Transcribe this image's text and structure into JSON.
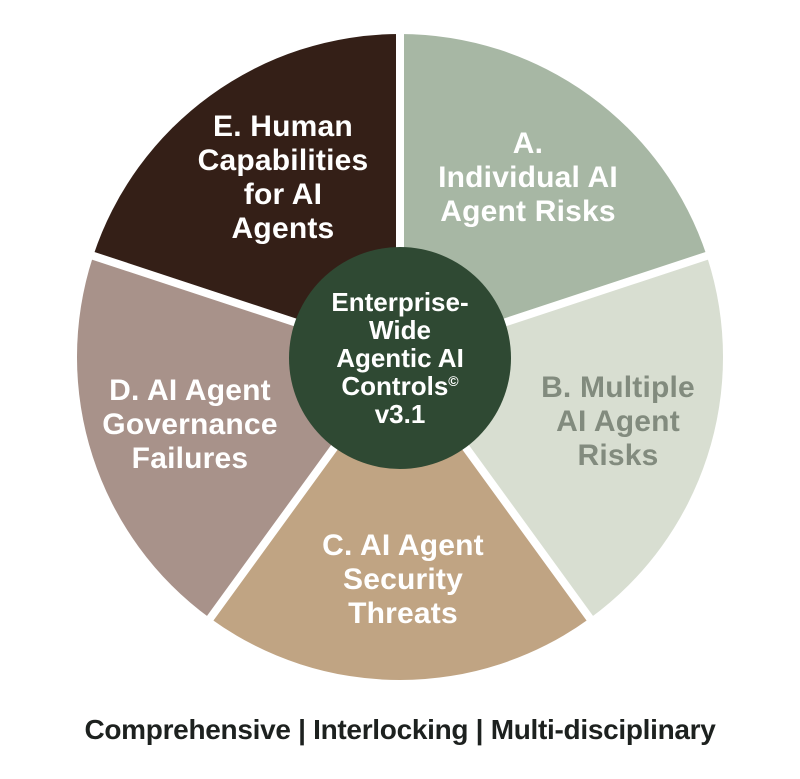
{
  "diagram": {
    "type": "conceptual-pie",
    "center": {
      "line1": "Enterprise-",
      "line2": "Wide",
      "line3": "Agentic AI",
      "line4": "Controls",
      "line4_sup": "©",
      "line5": "v3.1",
      "bg_color": "#2f4933",
      "text_color": "#ffffff"
    },
    "segments": [
      {
        "id": "A",
        "label": "A.\nIndividual AI\nAgent Risks",
        "color": "#a7b7a4",
        "text_color": "#ffffff"
      },
      {
        "id": "B",
        "label": "B. Multiple\nAI Agent\nRisks",
        "color": "#d8ded1",
        "text_color": "#828b7e"
      },
      {
        "id": "C",
        "label": "C. AI Agent\nSecurity\nThreats",
        "color": "#c0a483",
        "text_color": "#ffffff"
      },
      {
        "id": "D",
        "label": "D. AI Agent\nGovernance\nFailures",
        "color": "#a8928a",
        "text_color": "#ffffff"
      },
      {
        "id": "E",
        "label": "E. Human\nCapabilities\nfor AI\nAgents",
        "color": "#341f17",
        "text_color": "#ffffff"
      }
    ],
    "gap_color": "#ffffff",
    "caption": {
      "text": "Comprehensive | Interlocking | Multi-disciplinary",
      "color": "#1d211f"
    }
  }
}
